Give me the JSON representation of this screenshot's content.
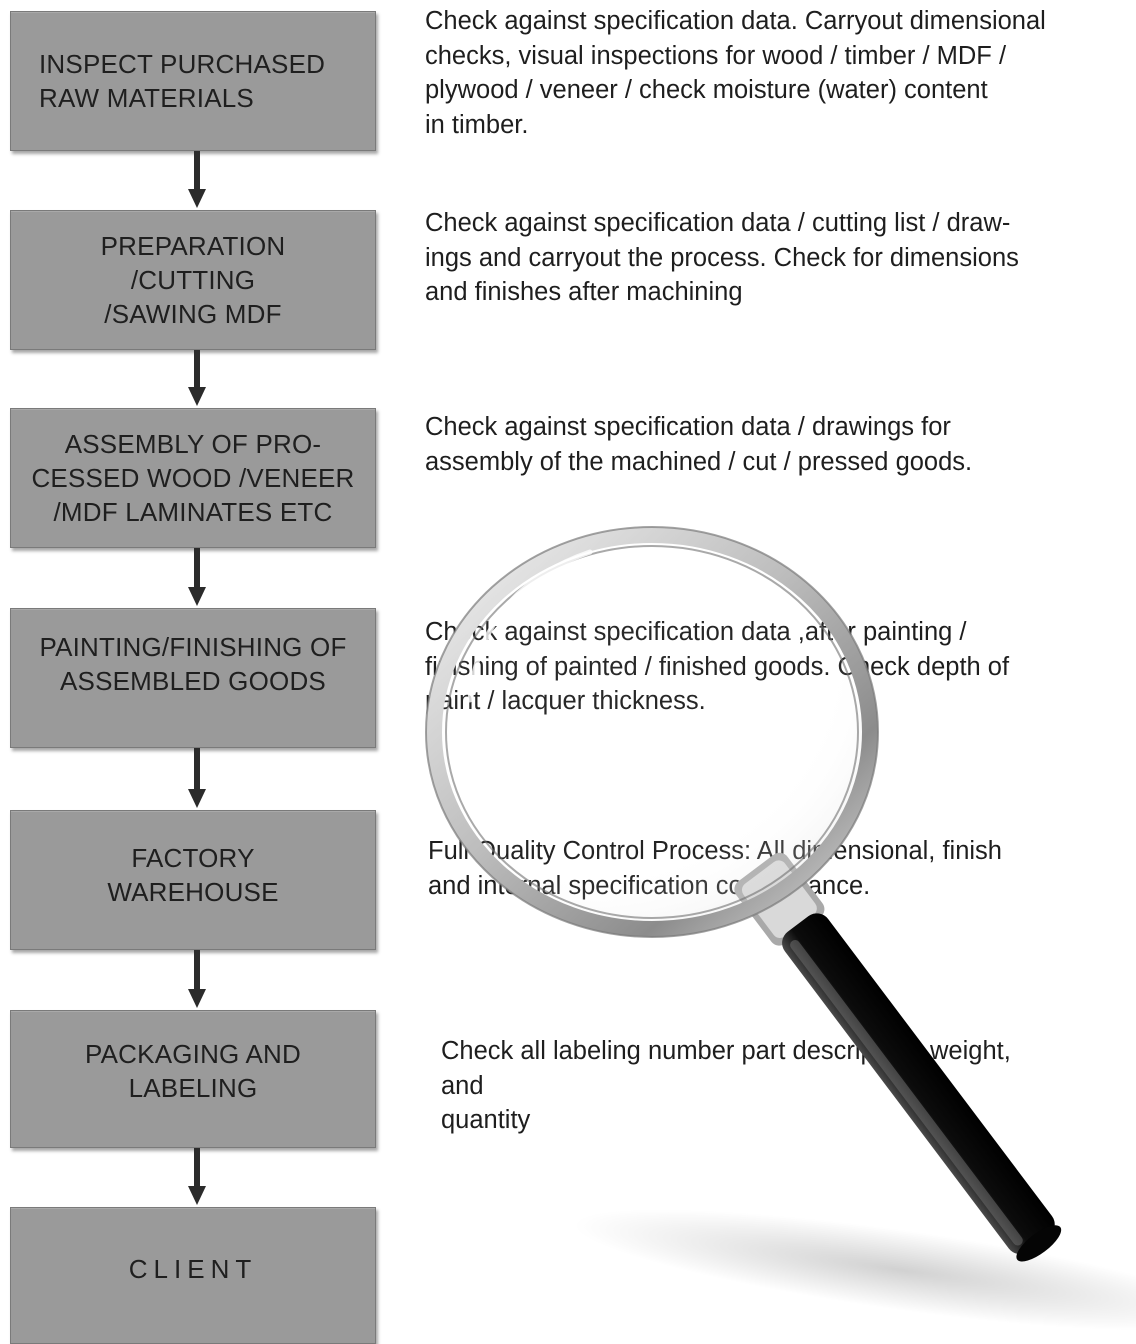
{
  "steps": [
    {
      "label": "INSPECT PURCHASED\nRAW MATERIALS",
      "description": "Check against specification data. Carryout dimensional\nchecks, visual inspections for wood / timber / MDF /\nplywood / veneer / check moisture (water) content\nin timber."
    },
    {
      "label": "PREPARATION\n/CUTTING\n/SAWING MDF",
      "description": "Check against specification data / cutting list / draw-\nings and carryout the process. Check for dimensions\nand finishes after machining"
    },
    {
      "label": "ASSEMBLY OF PRO-\nCESSED WOOD /VENEER\n/MDF LAMINATES ETC",
      "description": "Check against specification data / drawings for\nassembly of the machined / cut / pressed goods."
    },
    {
      "label": "PAINTING/FINISHING OF\nASSEMBLED GOODS",
      "description": "Check against specification data ,after painting /\nfinishing of painted / finished goods. Check depth of\npaint / lacquer thickness."
    },
    {
      "label": "FACTORY\nWAREHOUSE",
      "description": "Full Quality Control Process: All dimensional, finish\nand internal specification conformance."
    },
    {
      "label": "PACKAGING AND\nLABELING",
      "description": "Check all labeling number part description, weight,\nand\nquantity"
    },
    {
      "label": "CLIENT"
    }
  ],
  "colors": {
    "box_fill": "#9a9a9a",
    "box_border": "#7a7a7a",
    "arrow": "#2b2b2b",
    "text": "#1e1e1e",
    "magnifier_handle": "#111111",
    "magnifier_rim": "#c8c8c8"
  },
  "icons": {
    "magnifier": "magnifying-glass-icon",
    "arrow": "arrow-down-icon"
  }
}
